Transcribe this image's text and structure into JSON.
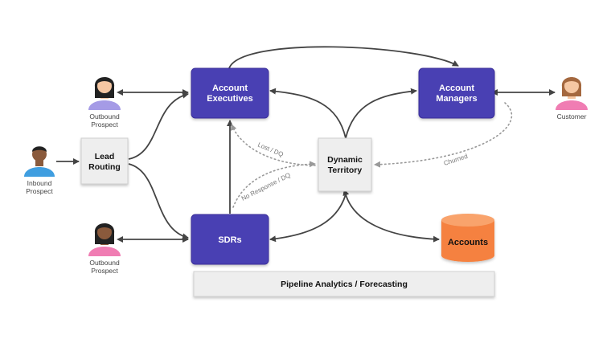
{
  "colors": {
    "purple_box": "#4a3fb3",
    "purple_box_border": "#3a2f9a",
    "gray_box": "#eeeeee",
    "gray_box_border": "#cfcfcf",
    "accounts_orange": "#f5813f",
    "accounts_top": "#f9a36c",
    "arrow": "#444444",
    "dotted": "#999999"
  },
  "nodes": {
    "account_executives": {
      "line1": "Account",
      "line2": "Executives"
    },
    "account_managers": {
      "line1": "Account",
      "line2": "Managers"
    },
    "lead_routing": {
      "line1": "Lead",
      "line2": "Routing"
    },
    "dynamic_territory": {
      "line1": "Dynamic",
      "line2": "Territory"
    },
    "sdrs": {
      "label": "SDRs"
    },
    "accounts": {
      "label": "Accounts"
    },
    "pipeline": {
      "label": "Pipeline Analytics / Forecasting"
    }
  },
  "people": {
    "outbound_top": {
      "line1": "Outbound",
      "line2": "Prospect",
      "shirt": "#a59be6",
      "skin": "#f5c7a3",
      "hair": "#222222"
    },
    "inbound": {
      "line1": "Inbound",
      "line2": "Prospect",
      "shirt": "#3f9ee0",
      "skin": "#8a5a3c",
      "hair": "#222222"
    },
    "outbound_bottom": {
      "line1": "Outbound",
      "line2": "Prospect",
      "shirt": "#f07db3",
      "skin": "#8a5a3c",
      "hair": "#222222"
    },
    "customer": {
      "label": "Customer",
      "shirt": "#f07db3",
      "skin": "#f5c7a3",
      "hair": "#a4683f"
    }
  },
  "edge_labels": {
    "lost_dq": "Lost / DQ",
    "no_response_dq": "No Response / DQ",
    "churned": "Churned"
  }
}
